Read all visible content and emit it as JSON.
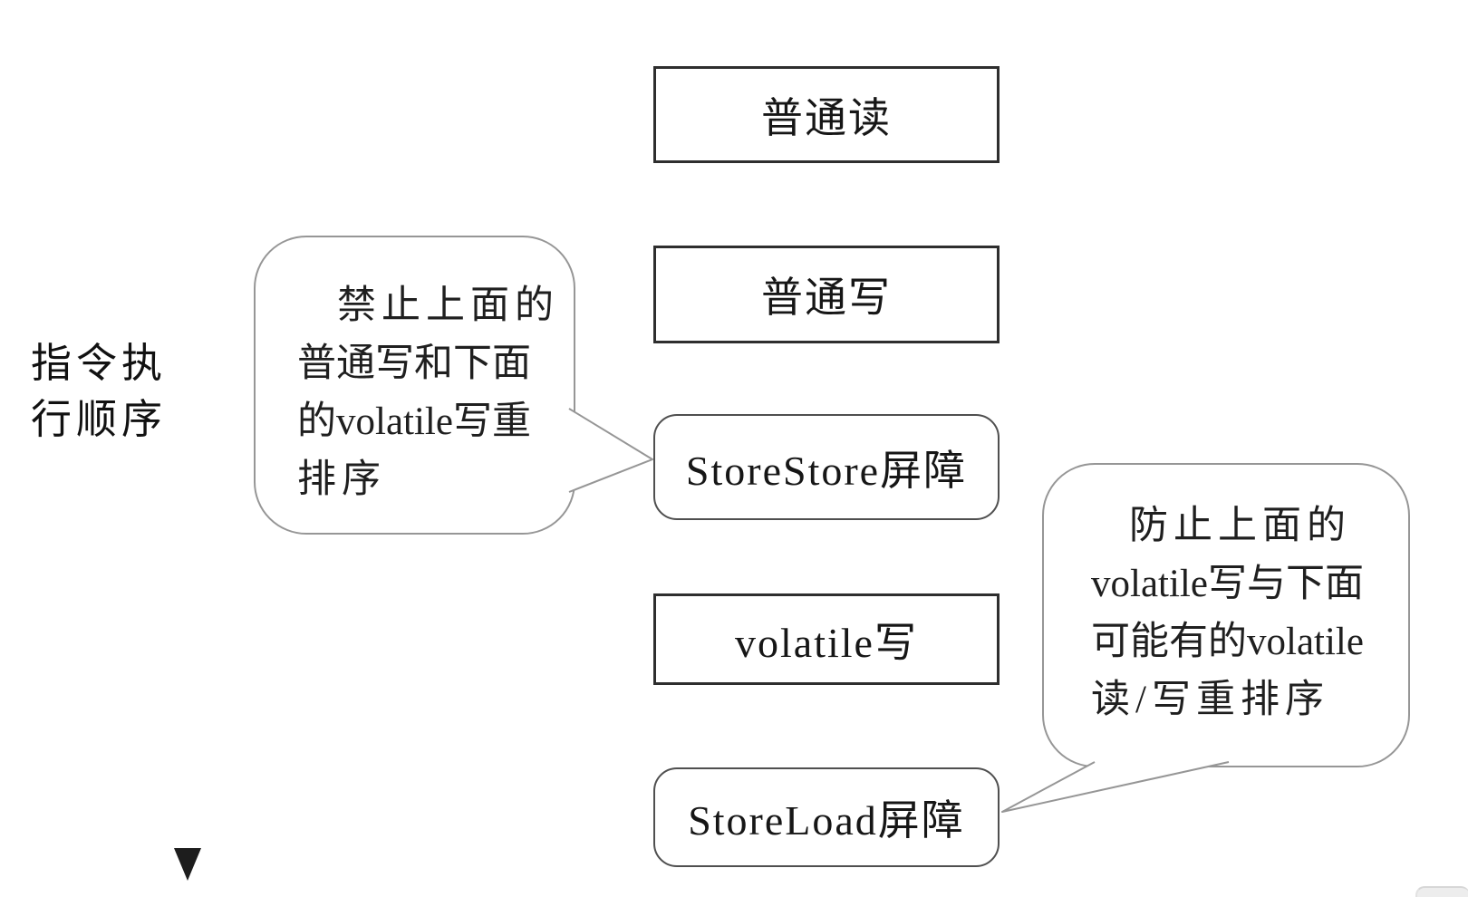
{
  "axis": {
    "label_lines": [
      "指令执",
      "行顺序"
    ]
  },
  "boxes": [
    {
      "label": "普通读",
      "shape": "rect"
    },
    {
      "label": "普通写",
      "shape": "rect"
    },
    {
      "label": "StoreStore屏障",
      "shape": "rounded"
    },
    {
      "label": "volatile写",
      "shape": "rect"
    },
    {
      "label": "StoreLoad屏障",
      "shape": "rounded"
    }
  ],
  "callouts": {
    "left": {
      "lines": [
        "禁止上面的",
        "普通写和下面",
        "的volatile写重",
        "排序"
      ],
      "points_to": "StoreStore屏障"
    },
    "right": {
      "lines": [
        "防止上面的",
        "volatile写与下面",
        "可能有的volatile",
        "读/写重排序"
      ],
      "points_to": "StoreLoad屏障"
    }
  },
  "colors": {
    "background": "#ffffff",
    "rect_border": "#2e2e2e",
    "rounded_border": "#4f4f4f",
    "bubble_border": "#969696",
    "text": "#1c1c1c",
    "arrow": "#3a3a3a"
  }
}
